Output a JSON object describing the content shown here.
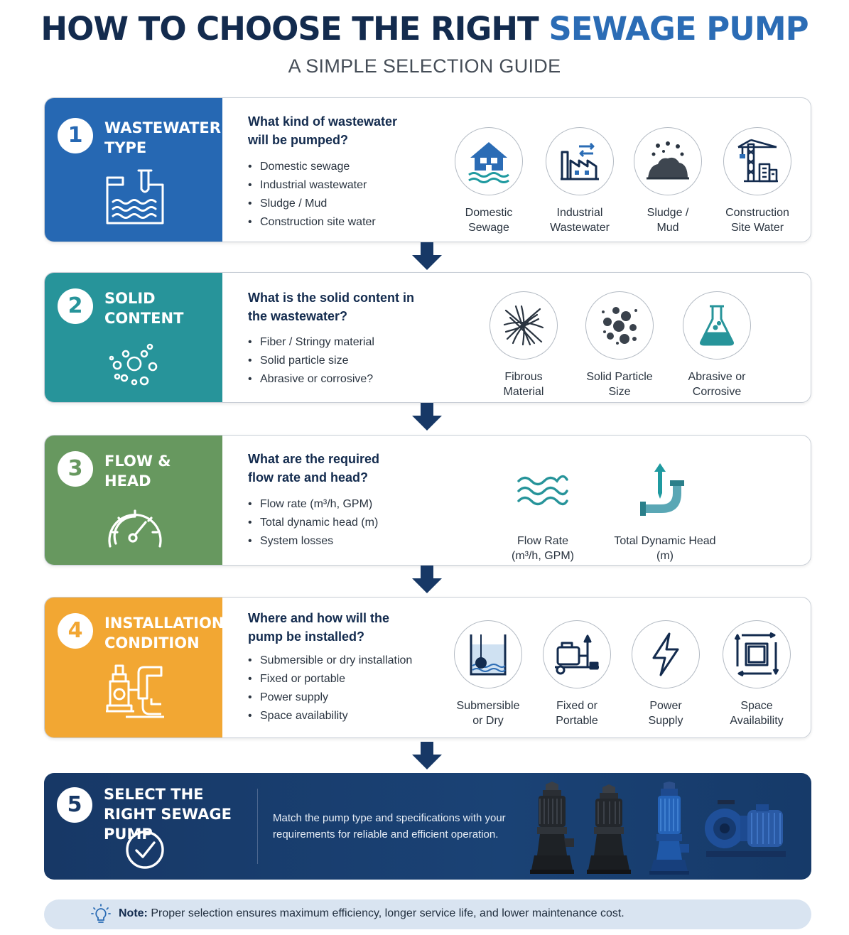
{
  "header": {
    "title_main": "HOW TO CHOOSE THE RIGHT",
    "title_accent": "SEWAGE PUMP",
    "subtitle": "A SIMPLE SELECTION GUIDE"
  },
  "colors": {
    "navy": "#132b4e",
    "accent_blue": "#2b6cb5",
    "step1": "#2668b3",
    "step2": "#27949a",
    "step3": "#67985f",
    "step4": "#f2a733",
    "step5": "#173866"
  },
  "steps": [
    {
      "number": "1",
      "title": "WASTEWATER TYPE",
      "question": "What kind of wastewater will be pumped?",
      "bullets": [
        "Domestic sewage",
        "Industrial wastewater",
        "Sludge / Mud",
        "Construction site water"
      ],
      "icons": [
        {
          "icon": "house-flood-icon",
          "label_1": "Domestic",
          "label_2": "Sewage"
        },
        {
          "icon": "factory-icon",
          "label_1": "Industrial",
          "label_2": "Wastewater"
        },
        {
          "icon": "mud-pile-icon",
          "label_1": "Sludge /",
          "label_2": "Mud"
        },
        {
          "icon": "crane-icon",
          "label_1": "Construction",
          "label_2": "Site Water"
        }
      ]
    },
    {
      "number": "2",
      "title": "SOLID CONTENT",
      "question": "What is the solid content in the wastewater?",
      "bullets": [
        "Fiber / Stringy material",
        "Solid particle size",
        "Abrasive or corrosive?"
      ],
      "icons": [
        {
          "icon": "fiber-icon",
          "label_1": "Fibrous",
          "label_2": "Material"
        },
        {
          "icon": "particles-icon",
          "label_1": "Solid Particle",
          "label_2": "Size"
        },
        {
          "icon": "flask-icon",
          "label_1": "Abrasive or",
          "label_2": "Corrosive"
        }
      ]
    },
    {
      "number": "3",
      "title": "FLOW & HEAD",
      "question": "What are the required flow rate and head?",
      "bullets": [
        "Flow rate (m³/h, GPM)",
        "Total dynamic head (m)",
        "System losses"
      ],
      "icons": [
        {
          "icon": "waves-icon",
          "label_1": "Flow Rate",
          "label_2": "(m³/h, GPM)"
        },
        {
          "icon": "pipe-head-icon",
          "label_1": "Total Dynamic Head",
          "label_2": "(m)"
        }
      ]
    },
    {
      "number": "4",
      "title": "INSTALLATION CONDITION",
      "question": "Where and how will the pump be installed?",
      "bullets": [
        "Submersible or dry installation",
        "Fixed or portable",
        "Power supply",
        "Space availability"
      ],
      "icons": [
        {
          "icon": "submersible-tank-icon",
          "label_1": "Submersible",
          "label_2": "or Dry"
        },
        {
          "icon": "portable-pump-icon",
          "label_1": "Fixed or",
          "label_2": "Portable"
        },
        {
          "icon": "lightning-icon",
          "label_1": "Power",
          "label_2": "Supply"
        },
        {
          "icon": "space-box-icon",
          "label_1": "Space",
          "label_2": "Availability"
        }
      ]
    }
  ],
  "final": {
    "number": "5",
    "title": "SELECT THE RIGHT SEWAGE PUMP",
    "line_1": "Match the pump type and specifications with your",
    "line_2": "requirements for reliable and efficient operation."
  },
  "note": {
    "label": "Note:",
    "text": "Proper selection ensures maximum efficiency, longer service life, and lower maintenance cost."
  }
}
